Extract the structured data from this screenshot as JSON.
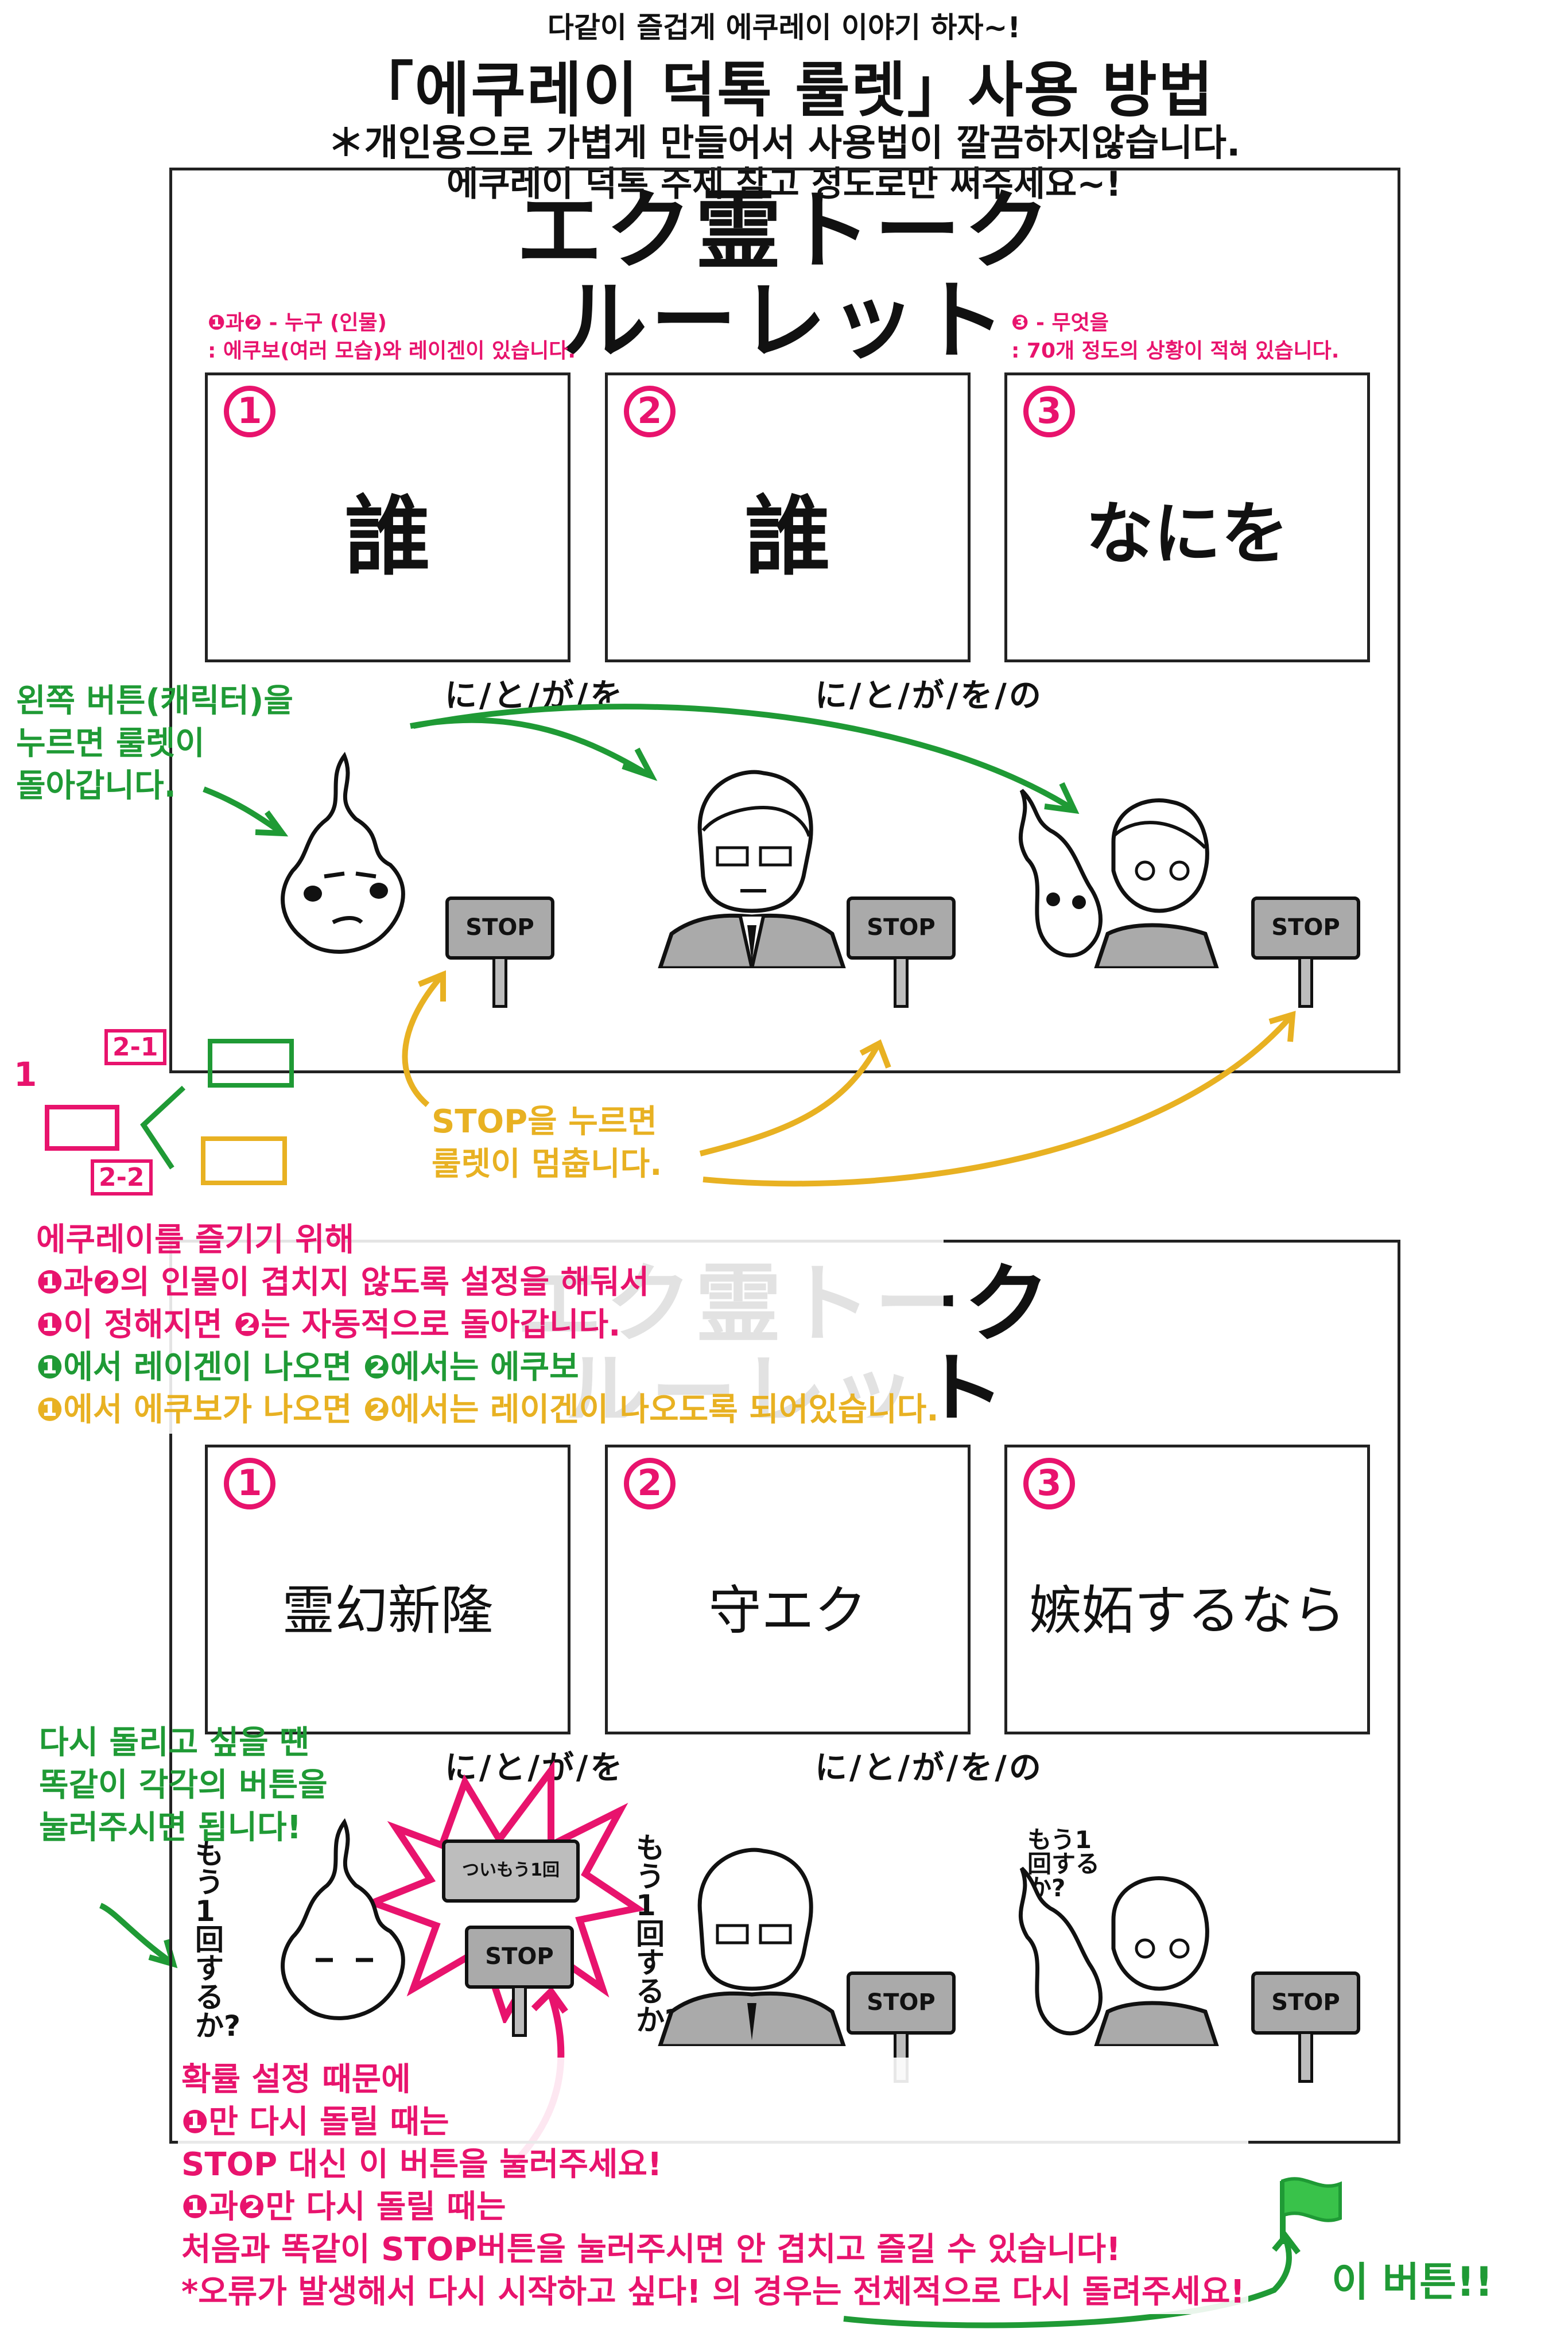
{
  "header": {
    "top_subtitle": "다같이 즐겁게 에쿠레이 이야기 하자~!",
    "main_title": "「에쿠레이 덕톡 룰렛」사용 방법",
    "note_line1": "＊개인용으로 가볍게 만들어서 사용법이 깔끔하지않습니다.",
    "note_line2": "에쿠레이 덕톡 주제 참고 정도로만 써주세요~!"
  },
  "roulette_title_line1": "エク霊トーク",
  "roulette_title_line2": "ルーレット",
  "panel1": {
    "hint_left_line1": "❶과❷ - 누구 (인물)",
    "hint_left_line2": ": 에쿠보(여러 모습)와 레이겐이 있습니다.",
    "hint_right_line1": "❸ - 무엇을",
    "hint_right_line2": ": 70개 정도의 상황이 적혀 있습니다.",
    "boxes": [
      {
        "num": "1",
        "text": "誰"
      },
      {
        "num": "2",
        "text": "誰"
      },
      {
        "num": "3",
        "text": "なにを"
      }
    ],
    "particles_left": "に/と/が/を",
    "particles_right": "に/と/が/を/の",
    "stop_label": "STOP"
  },
  "panel2": {
    "boxes": [
      {
        "num": "1",
        "text": "霊幻新隆"
      },
      {
        "num": "2",
        "text": "守エク"
      },
      {
        "num": "3",
        "text": "嫉妬するなら"
      }
    ],
    "particles_left": "に/と/が/を",
    "particles_right": "に/と/が/を/の",
    "stop_label": "STOP",
    "again_sign": "ついもう1回",
    "speech_left": "もう1回するか?",
    "speech_mid": "もう1回するか?",
    "speech_right": "もう1回するか?"
  },
  "annotations": {
    "green_click_line1": "왼쪽 버튼(캐릭터)을",
    "green_click_line2": "누르면 룰렛이",
    "green_click_line3": "돌아갑니다.",
    "yellow_stop_line1": "STOP을 누르면",
    "yellow_stop_line2": "룰렛이 멈춥니다.",
    "diagram_1": "1",
    "diagram_21": "2-1",
    "diagram_22": "2-2",
    "rule_line1": "에쿠레이를 즐기기 위해",
    "rule_line2": "❶과❷의 인물이 겹치지 않도록 설정을 해둬서",
    "rule_line3": "❶이 정해지면 ❷는 자동적으로 돌아갑니다.",
    "rule_line4": "❶에서 레이겐이 나오면 ❷에서는 에쿠보",
    "rule_line5": "❶에서 에쿠보가 나오면 ❷에서는 레이겐이 나오도록 되어있습니다.",
    "green_again_line1": "다시 돌리고 싶을 땐",
    "green_again_line2": "똑같이 각각의 버튼을",
    "green_again_line3": "눌러주시면 됩니다!",
    "bottom_line1": "확률 설정 때문에",
    "bottom_line2": "❶만 다시 돌릴 때는",
    "bottom_line3": "STOP 대신 이 버튼을 눌러주세요!",
    "bottom_line4": "❶과❷만 다시 돌릴 때는",
    "bottom_line5": "처음과 똑같이 STOP버튼을 눌러주시면 안 겹치고 즐길 수 있습니다!",
    "bottom_line6": "*오류가 발생해서 다시 시작하고 싶다! 의 경우는 전체적으로 다시 돌려주세요!",
    "this_button": "이 버튼!!"
  },
  "colors": {
    "pink": "#e8136d",
    "green": "#1f9a35",
    "yellow": "#e8b122"
  }
}
